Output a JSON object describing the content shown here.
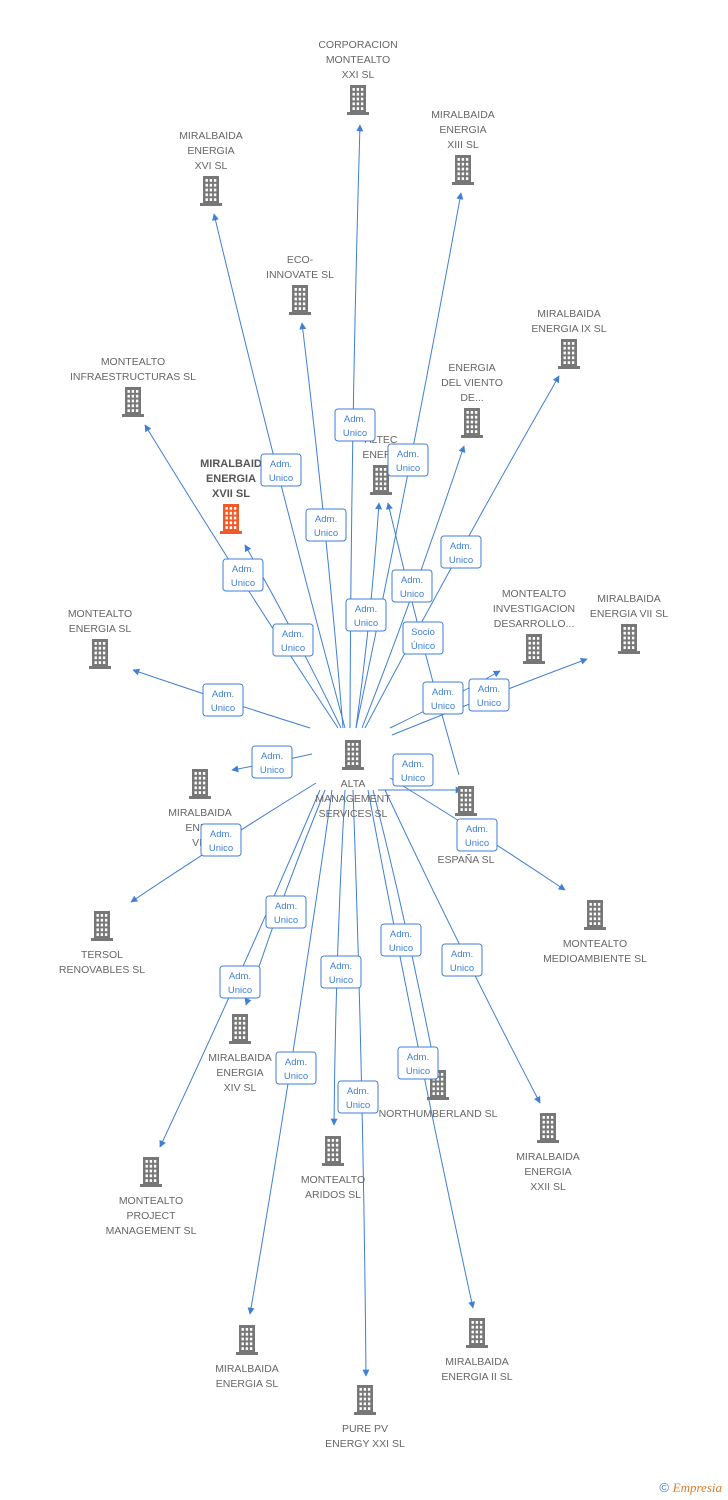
{
  "colors": {
    "edge": "#3f7fd4",
    "node": "#777777",
    "focus": "#f05a28",
    "label": "#666666"
  },
  "center": {
    "id": "alta",
    "lines": [
      "ALTA",
      "MANAGEMENT",
      "SERVICES SL"
    ]
  },
  "nodes": [
    {
      "id": "alta",
      "lines": [
        "ALTA",
        "MANAGEMENT",
        "SERVICES SL"
      ],
      "icon": "building-icon"
    },
    {
      "id": "corp",
      "lines": [
        "CORPORACION",
        "MONTEALTO",
        "XXI SL"
      ],
      "icon": "building-icon"
    },
    {
      "id": "m13",
      "lines": [
        "MIRALBAIDA",
        "ENERGIA",
        "XIII SL"
      ],
      "icon": "building-icon"
    },
    {
      "id": "m16",
      "lines": [
        "MIRALBAIDA",
        "ENERGIA",
        "XVI SL"
      ],
      "icon": "building-icon"
    },
    {
      "id": "eco",
      "lines": [
        "ECO-",
        "INNOVATE SL"
      ],
      "icon": "building-icon"
    },
    {
      "id": "m9",
      "lines": [
        "MIRALBAIDA",
        "ENERGIA IX SL"
      ],
      "icon": "building-icon"
    },
    {
      "id": "edv",
      "lines": [
        "ENERGIA",
        "DEL VIENTO",
        "DE..."
      ],
      "icon": "building-icon"
    },
    {
      "id": "minf",
      "lines": [
        "MONTEALTO",
        "INFRAESTRUCTURAS SL"
      ],
      "icon": "building-icon"
    },
    {
      "id": "mtec",
      "lines": [
        "ALTEC",
        "ENERG"
      ],
      "icon": "building-icon"
    },
    {
      "id": "m17",
      "lines": [
        "MIRALBAID",
        "ENERGIA",
        "XVII SL"
      ],
      "icon": "building-icon-highlighted",
      "focus": true
    },
    {
      "id": "menergia",
      "lines": [
        "MONTEALTO",
        "ENERGIA SL"
      ],
      "icon": "building-icon"
    },
    {
      "id": "minv",
      "lines": [
        "MONTEALTO",
        "INVESTIGACION",
        "DESARROLLO..."
      ],
      "icon": "building-icon"
    },
    {
      "id": "m7",
      "lines": [
        "MIRALBAIDA",
        "ENERGIA VII SL"
      ],
      "icon": "building-icon"
    },
    {
      "id": "m8",
      "lines": [
        "MIRALBAIDA",
        "ENER",
        "VIII"
      ],
      "icon": "building-icon"
    },
    {
      "id": "ka",
      "lines": [
        "KA",
        "EC",
        "ESPAÑA SL"
      ],
      "icon": "building-icon"
    },
    {
      "id": "tersol",
      "lines": [
        "TERSOL",
        "RENOVABLES SL"
      ],
      "icon": "building-icon"
    },
    {
      "id": "mmed",
      "lines": [
        "MONTEALTO",
        "MEDIOAMBIENTE SL"
      ],
      "icon": "building-icon"
    },
    {
      "id": "m14",
      "lines": [
        "MIRALBAIDA",
        "ENERGIA",
        "XIV SL"
      ],
      "icon": "building-icon"
    },
    {
      "id": "north",
      "lines": [
        "NORTHUMBERLAND SL"
      ],
      "icon": "building-icon"
    },
    {
      "id": "m22",
      "lines": [
        "MIRALBAIDA",
        "ENERGIA",
        "XXII SL"
      ],
      "icon": "building-icon"
    },
    {
      "id": "mproj",
      "lines": [
        "MONTEALTO",
        "PROJECT",
        "MANAGEMENT SL"
      ],
      "icon": "building-icon"
    },
    {
      "id": "marid",
      "lines": [
        "MONTEALTO",
        "ARIDOS SL"
      ],
      "icon": "building-icon"
    },
    {
      "id": "menergia2",
      "lines": [
        "MIRALBAIDA",
        "ENERGIA SL"
      ],
      "icon": "building-icon"
    },
    {
      "id": "m2",
      "lines": [
        "MIRALBAIDA",
        "ENERGIA II SL"
      ],
      "icon": "building-icon"
    },
    {
      "id": "pure",
      "lines": [
        "PURE PV",
        "ENERGY XXI SL"
      ],
      "icon": "building-icon"
    }
  ],
  "edges": [
    {
      "from": "alta",
      "to": "corp",
      "label": [
        "Adm.",
        "Unico"
      ]
    },
    {
      "from": "alta",
      "to": "m13",
      "label": [
        "Adm.",
        "Unico"
      ]
    },
    {
      "from": "alta",
      "to": "m16",
      "label": [
        "Adm.",
        "Unico"
      ]
    },
    {
      "from": "alta",
      "to": "eco",
      "label": [
        "Adm.",
        "Unico"
      ]
    },
    {
      "from": "alta",
      "to": "m9",
      "label": [
        "Adm.",
        "Unico"
      ]
    },
    {
      "from": "alta",
      "to": "edv",
      "label": [
        "Adm.",
        "Unico"
      ]
    },
    {
      "from": "alta",
      "to": "minf",
      "label": [
        "Adm.",
        "Unico"
      ]
    },
    {
      "from": "alta",
      "to": "mtec",
      "label": [
        "Adm.",
        "Unico"
      ]
    },
    {
      "from": "ka",
      "to": "mtec",
      "label": [
        "Socio",
        "Único"
      ]
    },
    {
      "from": "alta",
      "to": "m17",
      "label": [
        "Adm.",
        "Unico"
      ]
    },
    {
      "from": "alta",
      "to": "menergia",
      "label": [
        "Adm.",
        "Unico"
      ]
    },
    {
      "from": "alta",
      "to": "minv",
      "label": [
        "Adm.",
        "Unico"
      ]
    },
    {
      "from": "alta",
      "to": "m7",
      "label": [
        "Adm.",
        "Unico"
      ]
    },
    {
      "from": "alta",
      "to": "m8",
      "label": [
        "Adm.",
        "Unico"
      ]
    },
    {
      "from": "alta",
      "to": "tersol",
      "label": [
        "Adm.",
        "Unico"
      ]
    },
    {
      "from": "alta",
      "to": "mmed",
      "label": [
        "Adm.",
        "Unico"
      ]
    },
    {
      "from": "alta",
      "to": "m14",
      "label": [
        "Adm.",
        "Unico"
      ]
    },
    {
      "from": "alta",
      "to": "north",
      "label": [
        "Adm.",
        "Unico"
      ]
    },
    {
      "from": "alta",
      "to": "m22",
      "label": [
        "Adm.",
        "Unico"
      ]
    },
    {
      "from": "alta",
      "to": "mproj",
      "label": [
        "Adm.",
        "Unico"
      ]
    },
    {
      "from": "alta",
      "to": "marid",
      "label": [
        "Adm.",
        "Unico"
      ]
    },
    {
      "from": "alta",
      "to": "menergia2",
      "label": [
        "Adm.",
        "Unico"
      ]
    },
    {
      "from": "alta",
      "to": "m2",
      "label": [
        "Adm.",
        "Unico"
      ]
    },
    {
      "from": "alta",
      "to": "pure",
      "label": [
        "Adm.",
        "Unico"
      ]
    },
    {
      "from": "alta",
      "to": "ka",
      "label": [
        "Adm.",
        "Unico"
      ]
    }
  ],
  "footer": {
    "copyright": "©",
    "brand": "Empresia"
  }
}
